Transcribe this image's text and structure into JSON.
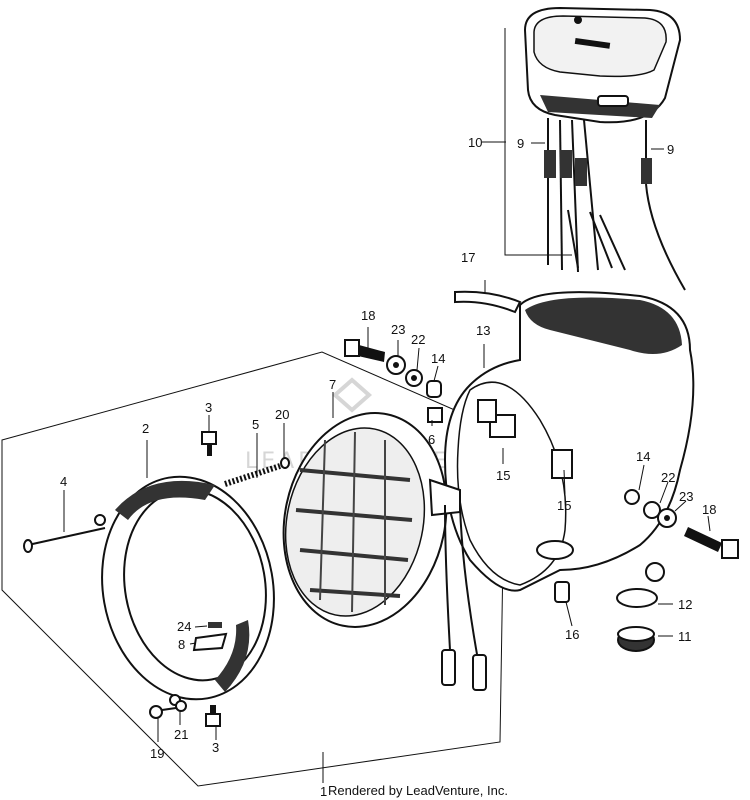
{
  "diagram": {
    "labels": {
      "p1": "1",
      "p2": "2",
      "p3a": "3",
      "p3b": "3",
      "p4": "4",
      "p5": "5",
      "p6": "6",
      "p7": "7",
      "p8": "8",
      "p9a": "9",
      "p9b": "9",
      "p10": "10",
      "p11": "11",
      "p12": "12",
      "p13": "13",
      "p14a": "14",
      "p14b": "14",
      "p15a": "15",
      "p15b": "15",
      "p16": "16",
      "p17": "17",
      "p18a": "18",
      "p18b": "18",
      "p19": "19",
      "p20": "20",
      "p21": "21",
      "p22a": "22",
      "p22b": "22",
      "p23a": "23",
      "p23b": "23",
      "p24": "24"
    },
    "footer": "Rendered by LeadVenture, Inc.",
    "watermark": "LEADVENTURE"
  }
}
